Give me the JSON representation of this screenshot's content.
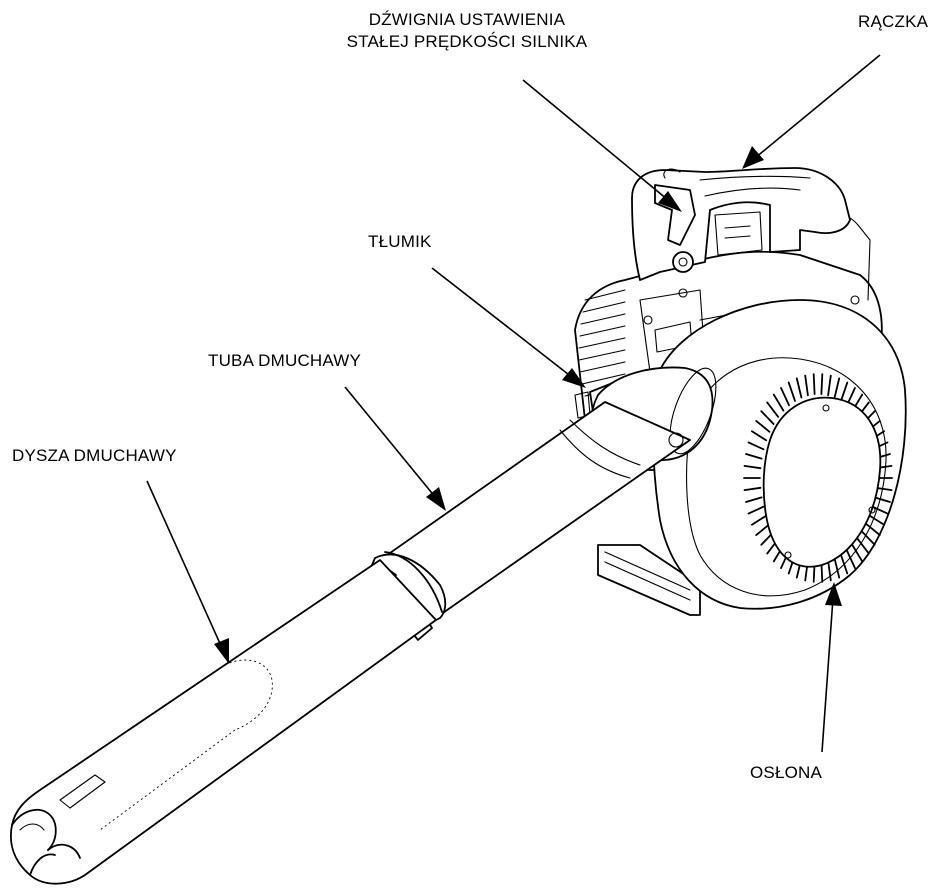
{
  "labels": {
    "lever_line1": "DŹWIGNIA USTAWIENIA",
    "lever_line2": "STAŁEJ PRĘDKOŚCI SILNIKA",
    "handle": "RĄCZKA",
    "muffler": "TŁUMIK",
    "tube": "TUBA DMUCHAWY",
    "nozzle": "DYSZA DMUCHAWY",
    "cover": "OSŁONA"
  },
  "icons": {
    "illustration": "leaf-blower-line-drawing-icon"
  },
  "colors": {
    "ink": "#000000",
    "paper": "#ffffff"
  }
}
